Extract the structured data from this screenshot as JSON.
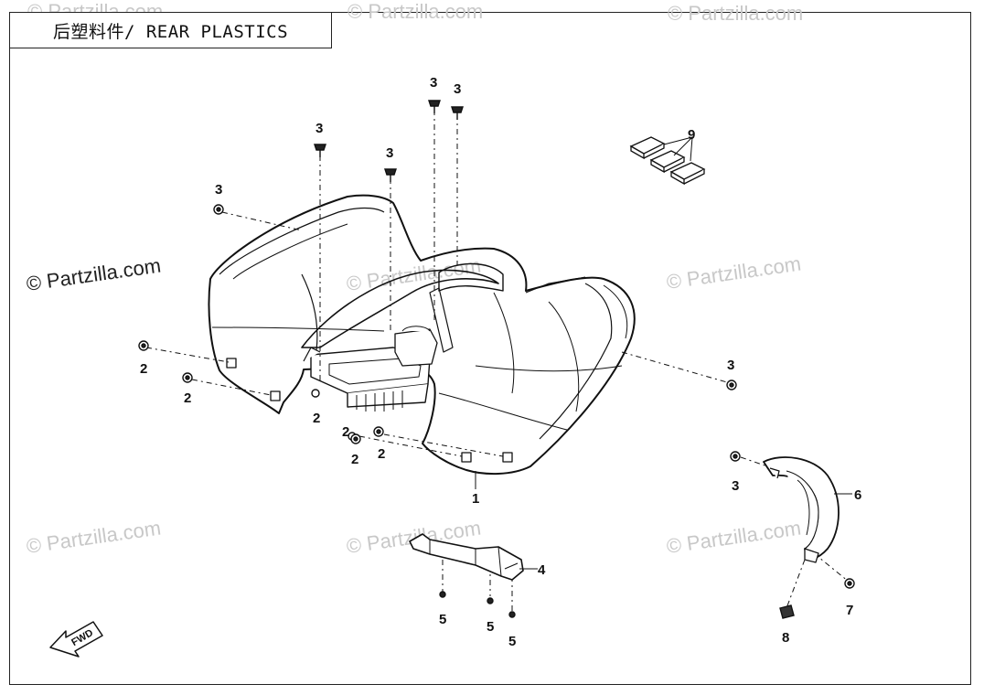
{
  "title": "后塑料件/ REAR PLASTICS",
  "watermark": "© Partzilla.com",
  "direction_label": "FWD",
  "callouts": {
    "c1": "1",
    "c2a": "2",
    "c2b": "2",
    "c2c": "2",
    "c2d": "2",
    "c2e": "2",
    "c2f": "2",
    "c3a": "3",
    "c3b": "3",
    "c3c": "3",
    "c3d": "3",
    "c3e": "3",
    "c3f": "3",
    "c3g": "3",
    "c4": "4",
    "c5a": "5",
    "c5b": "5",
    "c5c": "5",
    "c6": "6",
    "c7": "7",
    "c8": "8",
    "c9": "9"
  }
}
